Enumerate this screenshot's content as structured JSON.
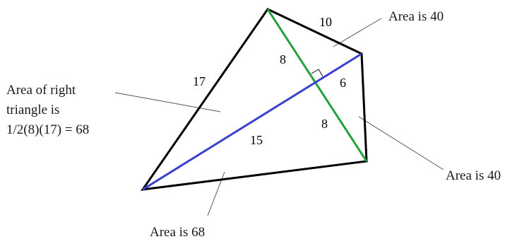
{
  "colors": {
    "outline": "#000000",
    "diagonal_green": "#22a33a",
    "diagonal_blue": "#3b3fcf",
    "leader": "#555555",
    "text": "#1a1a1a"
  },
  "segment_labels": {
    "top_left_side": "17",
    "top_right_side": "10",
    "green_upper": "8",
    "green_lower": "8",
    "blue_short": "6",
    "blue_long": "15"
  },
  "annotations": {
    "area_top_right": "Area is 40",
    "area_right": "Area is 40",
    "area_bottom": "Area is 68",
    "area_left_line1": "Area of right",
    "area_left_line2": "triangle is",
    "area_left_line3": "1/2(8)(17) = 68"
  }
}
